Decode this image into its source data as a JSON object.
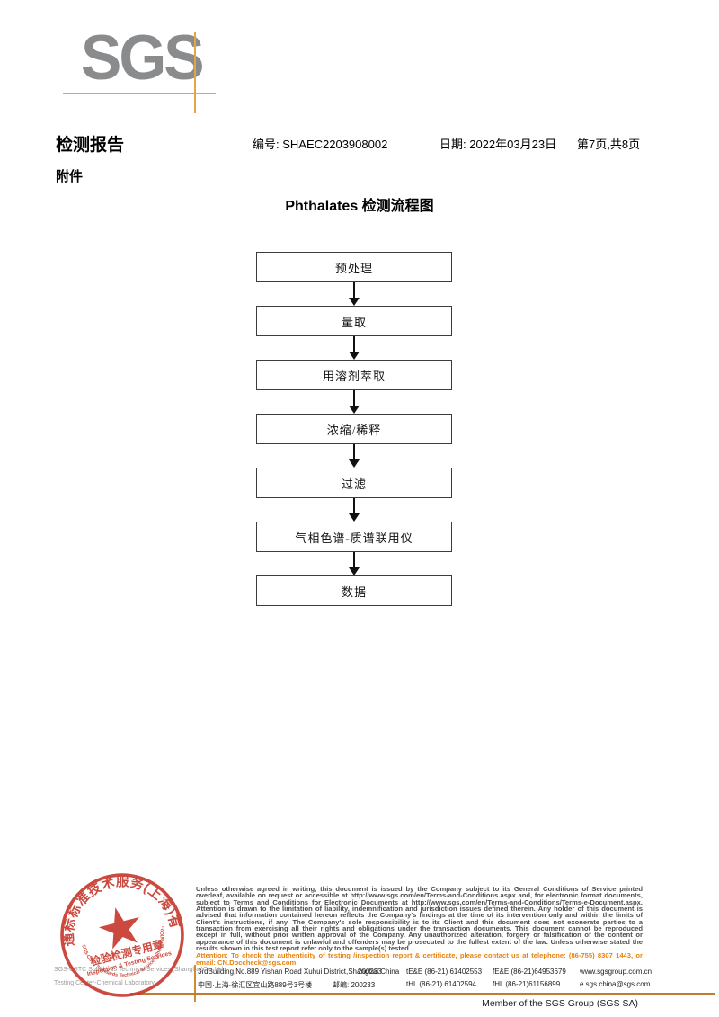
{
  "logo": {
    "text": "SGS"
  },
  "header": {
    "report_title": "检测报告",
    "report_no": "编号: SHAEC2203908002",
    "date": "日期: 2022年03月23日",
    "page_info": "第7页,共8页",
    "attachment_label": "附件"
  },
  "flowchart": {
    "title": "Phthalates 检测流程图",
    "steps": [
      "预处理",
      "量取",
      "用溶剂萃取",
      "浓缩/稀释",
      "过滤",
      "气相色谱-质谱联用仪",
      "数据"
    ]
  },
  "stamp": {
    "company_cn_arc": "通标标准技术服务(上海)有限公司",
    "company_en_arc": "SGS-CSTC Standards Technical Services(Shanghai)Co.,Ltd.",
    "seal_label_cn": "检验检测专用章",
    "seal_label_en": "Inspection & Testing Services"
  },
  "footer": {
    "company_line1": "SGS-CSTC Standards Technical Services (Shanghai)Co.,Ltd.",
    "company_line2": "Testing Center-Chemical Laboratory.",
    "legal_text": "Unless otherwise agreed in writing, this document is issued by the Company subject to its General Conditions of Service printed overleaf, available on request or accessible at http://www.sgs.com/en/Terms-and-Conditions.aspx and, for electronic format documents, subject to Terms and Conditions for Electronic Documents at http://www.sgs.com/en/Terms-and-Conditions/Terms-e-Document.aspx. Attention is drawn to the limitation of liability, indemnification and jurisdiction issues defined therein. Any holder of this document is advised that information contained hereon reflects the Company's findings at the time of its intervention only and within the limits of Client's instructions, if any. The Company's sole responsibility is to its Client and this document does not exonerate parties to a transaction from exercising all their rights and obligations under the transaction documents. This document cannot be reproduced except in full, without prior written approval of the Company. Any unauthorized alteration, forgery or falsification of the content or appearance of this document is unlawful and offenders may be prosecuted to the fullest extent of the law. Unless otherwise stated the results shown in this test report refer only to the sample(s) tested .",
    "attention_text": "Attention: To check the authenticity of testing /inspection report & certificate, please contact us at telephone: (86-755) 8307 1443, or email: CN.Doccheck@sgs.com",
    "address_en": "3rdBuilding,No.889 Yishan Road Xuhui District,Shanghai China",
    "postcode_en": "200233",
    "tel1": "tE&E (86-21) 61402553",
    "fax1": "fE&E (86-21)64953679",
    "website": "www.sgsgroup.com.cn",
    "address_cn": "中国·上海·徐汇区宜山路889号3号楼",
    "postcode_cn": "邮编: 200233",
    "tel2": "tHL (86-21) 61402594",
    "fax2": "fHL (86-21)61156899",
    "email": "e sgs.china@sgs.com",
    "member_text": "Member of the SGS Group (SGS SA)"
  },
  "colors": {
    "logo_gray": "#8a8b8d",
    "crosshair_orange": "#e2a44c",
    "footer_line_orange": "#bf7c2e",
    "attention_orange": "#e8820c",
    "stamp_red": "#c83c30"
  }
}
